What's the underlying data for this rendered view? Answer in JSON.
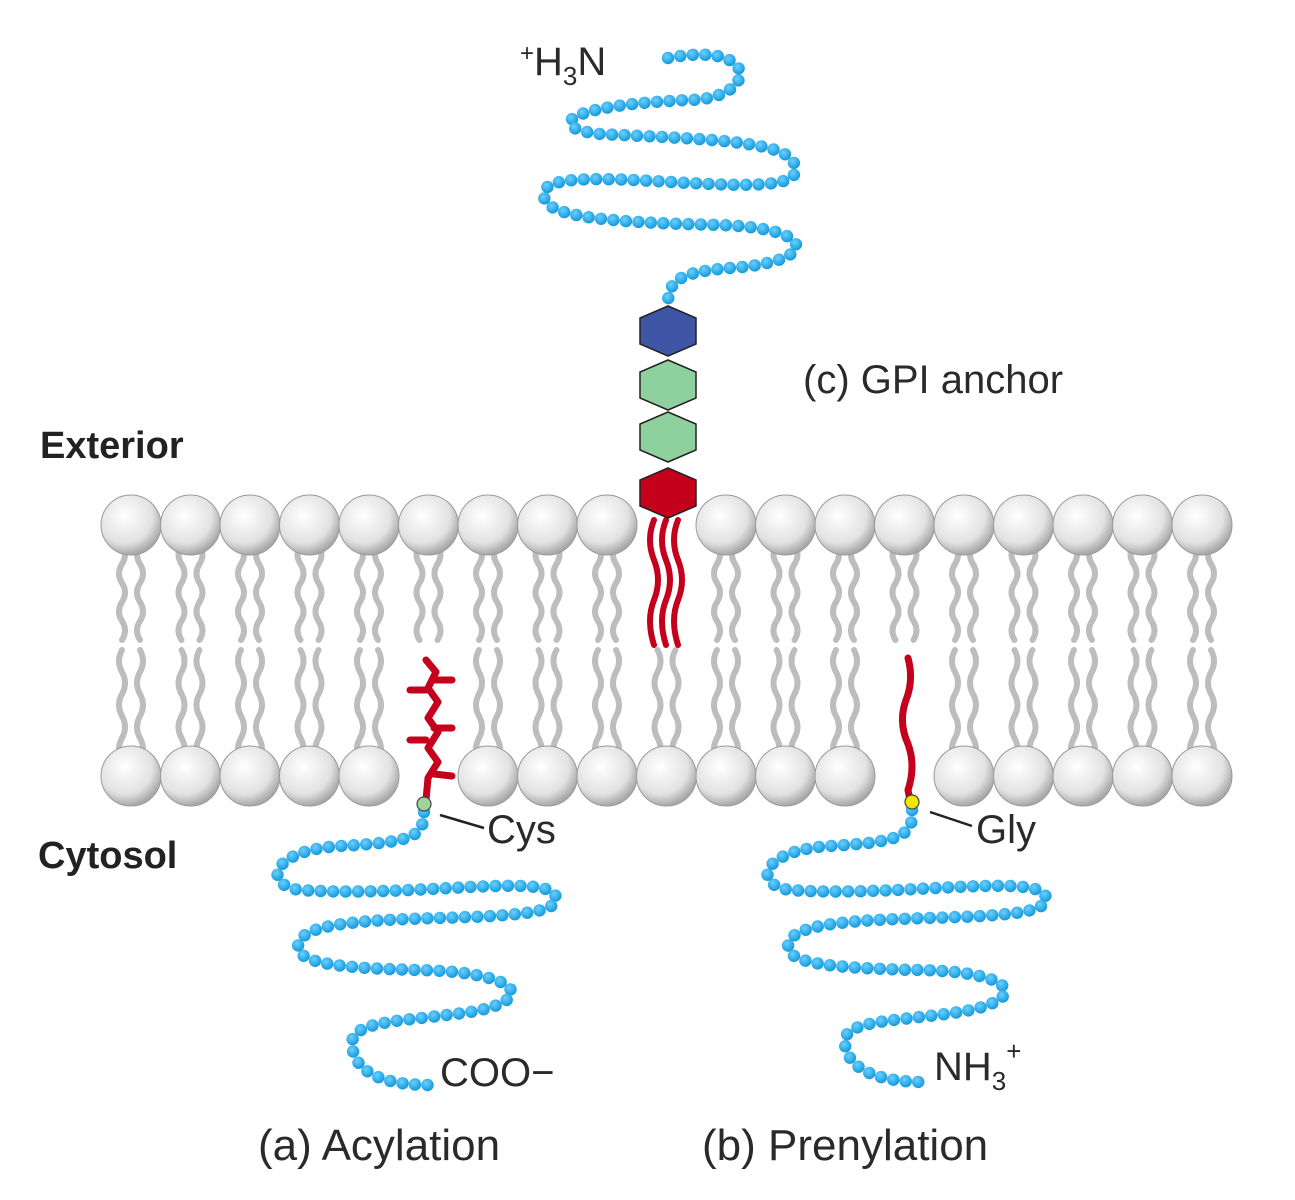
{
  "labels": {
    "exterior": "Exterior",
    "cytosol": "Cytosol",
    "gpi_anchor": "(c) GPI anchor",
    "acylation": "(a) Acylation",
    "prenylation": "(b) Prenylation",
    "cys": "Cys",
    "gly": "Gly",
    "n_terminus_top": {
      "pre": "+",
      "main": "H",
      "sub": "3",
      "post": "N"
    },
    "c_terminus": "COO−",
    "n_terminus_bottom": {
      "main": "NH",
      "sub": "3",
      "sup": "+"
    }
  },
  "colors": {
    "chain": "#1aa7e8",
    "lipid": "#c4001c",
    "sugar_blue": "#3f56a6",
    "sugar_green": "#8fd19e",
    "sugar_red": "#c4001c",
    "head": "#e4e4e4",
    "tail": "#bdbdbd",
    "cys_dot": "#9fd39a",
    "gly_dot": "#f2e600"
  }
}
